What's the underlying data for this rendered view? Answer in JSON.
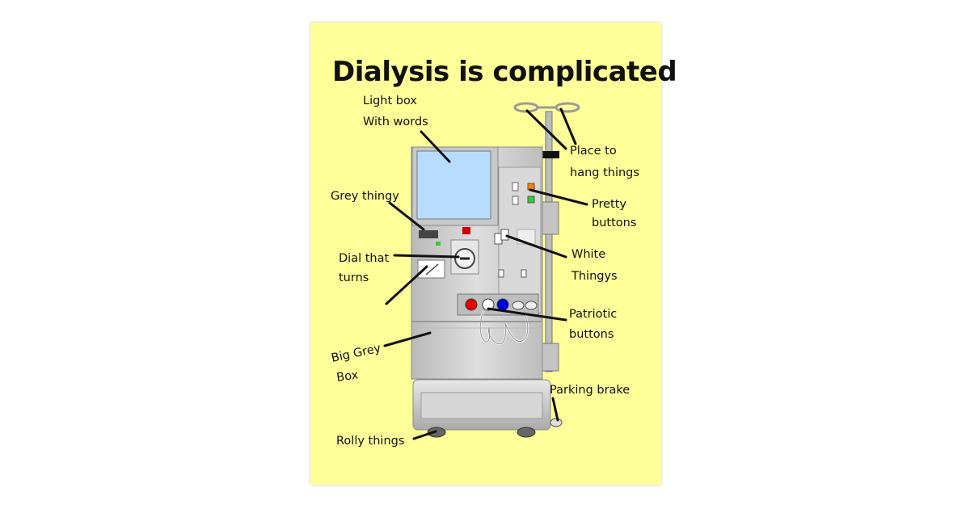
{
  "title": "Dialysis is complicated",
  "colors": {
    "background": "#ffff99",
    "machine_body": "#cfcfcf",
    "screen": "#b8dcff",
    "button_red": "#e60000",
    "button_blue": "#0000dd",
    "button_orange": "#ff8000",
    "button_green": "#33cc33",
    "indicator_red": "#cc0000"
  },
  "labels": {
    "light_box_line1": "Light box",
    "light_box_line2": "With words",
    "place_to_hang_line1": "Place to",
    "place_to_hang_line2": "hang things",
    "grey_thingy": "Grey thingy",
    "pretty_buttons_line1": "Pretty",
    "pretty_buttons_line2": "buttons",
    "dial_line1": "Dial that",
    "dial_line2": "turns",
    "white_thingys_line1": "White",
    "white_thingys_line2": "Thingys",
    "patriotic_buttons_line1": "Patriotic",
    "patriotic_buttons_line2": "buttons",
    "big_grey_box_line1": "Big Grey",
    "big_grey_box_line2": "Box",
    "parking_brake": "Parking brake",
    "rolly_things": "Rolly things"
  },
  "icons": [
    "dialysis-machine-icon",
    "iv-pole-icon",
    "dial-icon",
    "wheel-icon"
  ]
}
